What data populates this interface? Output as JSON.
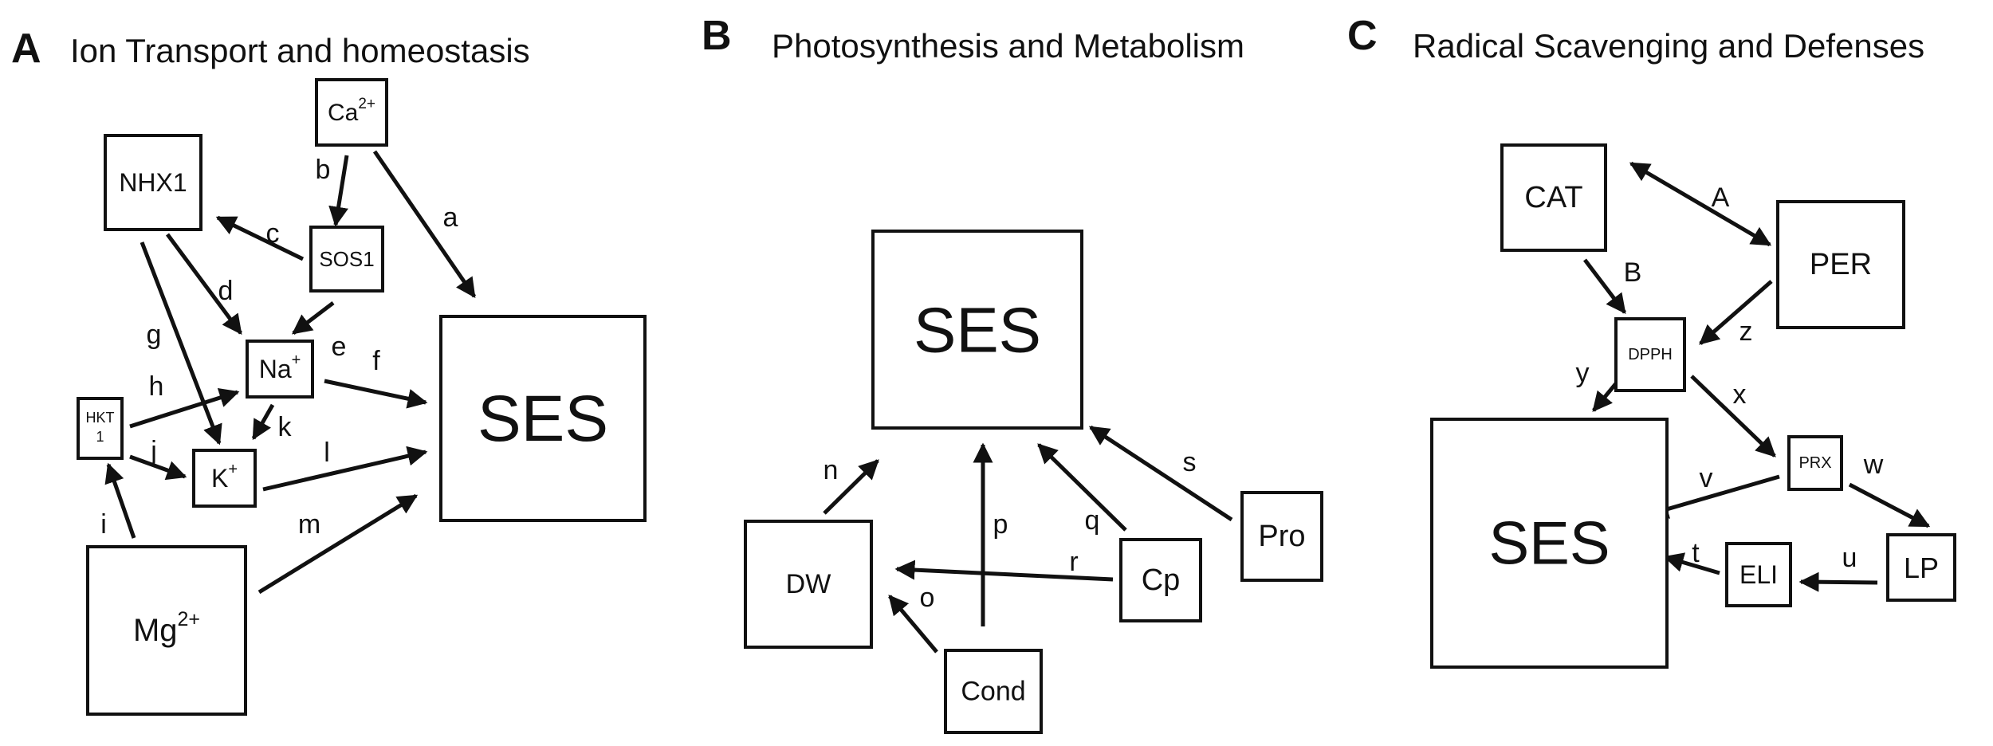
{
  "panels": [
    {
      "letter": "A",
      "title": "Ion Transport and homeostasis",
      "nodes": [
        {
          "id": "Ca",
          "base": "Ca",
          "sup": "2+"
        },
        {
          "id": "NHX1",
          "base": "NHX1",
          "sup": ""
        },
        {
          "id": "SOS1",
          "base": "SOS1",
          "sup": ""
        },
        {
          "id": "Na",
          "base": "Na",
          "sup": "+"
        },
        {
          "id": "HKT1",
          "base": "HKT 1",
          "sup": ""
        },
        {
          "id": "K",
          "base": "K",
          "sup": "+"
        },
        {
          "id": "Mg",
          "base": "Mg",
          "sup": "2+"
        },
        {
          "id": "SES_A",
          "base": "SES",
          "sup": ""
        }
      ],
      "edges": [
        {
          "from": "Ca",
          "to": "SES_A",
          "label": "a"
        },
        {
          "from": "Ca",
          "to": "SOS1",
          "label": "b"
        },
        {
          "from": "SOS1",
          "to": "NHX1",
          "label": "c"
        },
        {
          "from": "NHX1",
          "to": "Na",
          "label": "d"
        },
        {
          "from": "SOS1",
          "to": "Na",
          "label": "e"
        },
        {
          "from": "Na",
          "to": "SES_A",
          "label": "f"
        },
        {
          "from": "NHX1",
          "to": "K",
          "label": "g"
        },
        {
          "from": "HKT1",
          "to": "Na",
          "label": "h"
        },
        {
          "from": "Mg",
          "to": "HKT1",
          "label": "i"
        },
        {
          "from": "HKT1",
          "to": "K",
          "label": "j"
        },
        {
          "from": "Na",
          "to": "K",
          "label": "k"
        },
        {
          "from": "K",
          "to": "SES_A",
          "label": "l"
        },
        {
          "from": "Mg",
          "to": "SES_A",
          "label": "m"
        }
      ]
    },
    {
      "letter": "B",
      "title": "Photosynthesis and Metabolism",
      "nodes": [
        {
          "id": "SES_B",
          "base": "SES",
          "sup": ""
        },
        {
          "id": "DW",
          "base": "DW",
          "sup": ""
        },
        {
          "id": "Cond",
          "base": "Cond",
          "sup": ""
        },
        {
          "id": "Cp",
          "base": "Cp",
          "sup": ""
        },
        {
          "id": "Pro",
          "base": "Pro",
          "sup": ""
        }
      ],
      "edges": [
        {
          "from": "DW",
          "to": "SES_B",
          "label": "n"
        },
        {
          "from": "Cond",
          "to": "DW",
          "label": "o"
        },
        {
          "from": "Cond",
          "to": "SES_B",
          "label": "p"
        },
        {
          "from": "Cp",
          "to": "SES_B",
          "label": "q"
        },
        {
          "from": "Cp",
          "to": "DW",
          "label": "r"
        },
        {
          "from": "Pro",
          "to": "SES_B",
          "label": "s"
        }
      ]
    },
    {
      "letter": "C",
      "title": "Radical Scavenging and Defenses",
      "nodes": [
        {
          "id": "CAT",
          "base": "CAT",
          "sup": ""
        },
        {
          "id": "PER",
          "base": "PER",
          "sup": ""
        },
        {
          "id": "DPPH",
          "base": "DPPH",
          "sup": ""
        },
        {
          "id": "SES_C",
          "base": "SES",
          "sup": ""
        },
        {
          "id": "PRX",
          "base": "PRX",
          "sup": ""
        },
        {
          "id": "LP",
          "base": "LP",
          "sup": ""
        },
        {
          "id": "ELI",
          "base": "ELI",
          "sup": ""
        }
      ],
      "edges": [
        {
          "from": "CAT",
          "to": "PER",
          "label": "A",
          "bidirectional": true
        },
        {
          "from": "CAT",
          "to": "DPPH",
          "label": "B"
        },
        {
          "from": "PER",
          "to": "DPPH",
          "label": "z"
        },
        {
          "from": "DPPH",
          "to": "SES_C",
          "label": "y"
        },
        {
          "from": "DPPH",
          "to": "PRX",
          "label": "x"
        },
        {
          "from": "PRX",
          "to": "SES_C",
          "label": "v"
        },
        {
          "from": "PRX",
          "to": "LP",
          "label": "w"
        },
        {
          "from": "LP",
          "to": "ELI",
          "label": "u"
        },
        {
          "from": "ELI",
          "to": "SES_C",
          "label": "t"
        }
      ]
    }
  ]
}
